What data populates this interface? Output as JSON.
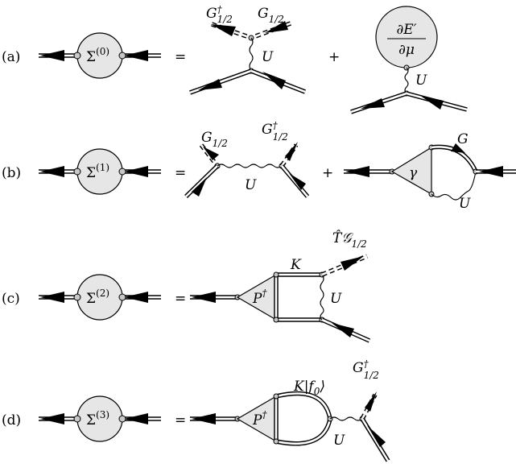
{
  "rows": [
    {
      "id": "a",
      "label": "(a)",
      "sigma": "Σ",
      "sigma_sup": "(0)",
      "equals": "=",
      "rhs_terms": [
        {
          "external_lines": [
            {
              "base": "G",
              "sup": "†",
              "sub": "1/2"
            },
            {
              "base": "G",
              "sup": "",
              "sub": "1/2"
            }
          ],
          "interaction": "U"
        },
        {
          "bubble_numerator": "∂E′",
          "bubble_denominator": "∂μ",
          "interaction": "U"
        }
      ],
      "plus": "+"
    },
    {
      "id": "b",
      "label": "(b)",
      "sigma": "Σ",
      "sigma_sup": "(1)",
      "equals": "=",
      "rhs_terms": [
        {
          "external_lines": [
            {
              "base": "G",
              "sup": "",
              "sub": "1/2"
            },
            {
              "base": "G",
              "sup": "†",
              "sub": "1/2"
            }
          ],
          "interaction": "U"
        },
        {
          "vertex": "γ",
          "propagator": "G",
          "interaction": "U"
        }
      ],
      "plus": "+"
    },
    {
      "id": "c",
      "label": "(c)",
      "sigma": "Σ",
      "sigma_sup": "(2)",
      "equals": "=",
      "vertex": "P",
      "vertex_sup": "†",
      "kernel": "K",
      "interaction": "U",
      "external": {
        "prefix": "T̂",
        "base": "𝒢",
        "sub": "1/2"
      }
    },
    {
      "id": "d",
      "label": "(d)",
      "sigma": "Σ",
      "sigma_sup": "(3)",
      "equals": "=",
      "vertex": "P",
      "vertex_sup": "†",
      "kernel": "K|f",
      "kernel_sub": "0",
      "kernel_close": "⟩",
      "interaction": "U",
      "external": {
        "base": "G",
        "sup": "†",
        "sub": "1/2"
      }
    }
  ]
}
